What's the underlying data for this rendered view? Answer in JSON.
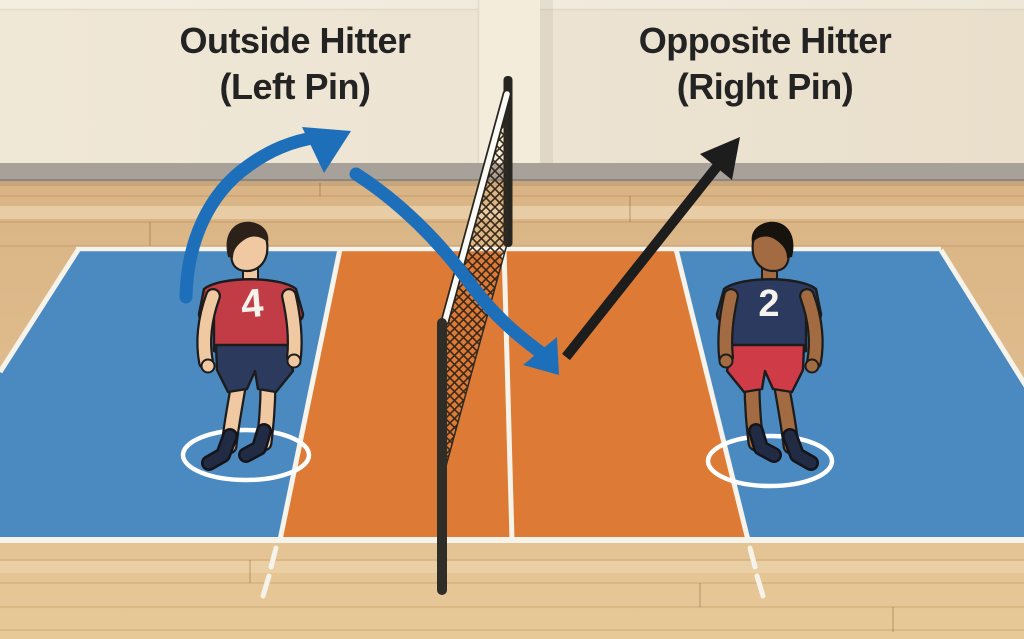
{
  "scene": {
    "description": "Volleyball court illustration showing pin hitter positions",
    "title_left": {
      "line1": "Outside Hitter",
      "line2": "(Left Pin)"
    },
    "title_right": {
      "line1": "Opposite Hitter",
      "line2": "(Right Pin)"
    }
  },
  "players": {
    "left": {
      "jersey_number": "4",
      "jersey_color": "#c13c45",
      "shorts_color": "#2c3a5e",
      "skin_color": "#f0c9a2"
    },
    "right": {
      "jersey_number": "2",
      "jersey_color": "#2d3a5f",
      "shorts_color": "#cf3b46",
      "skin_color": "#a26b41"
    }
  },
  "colors": {
    "court_blue": "#4a8ac1",
    "court_orange": "#dd7a36",
    "court_line_white": "#f6f3ea",
    "arc_arrow_blue": "#1e6fba",
    "straight_arrow_black": "#1d1d1d",
    "wall_cream": "#ece3d2",
    "floor_wood": "#e0bd8e"
  }
}
